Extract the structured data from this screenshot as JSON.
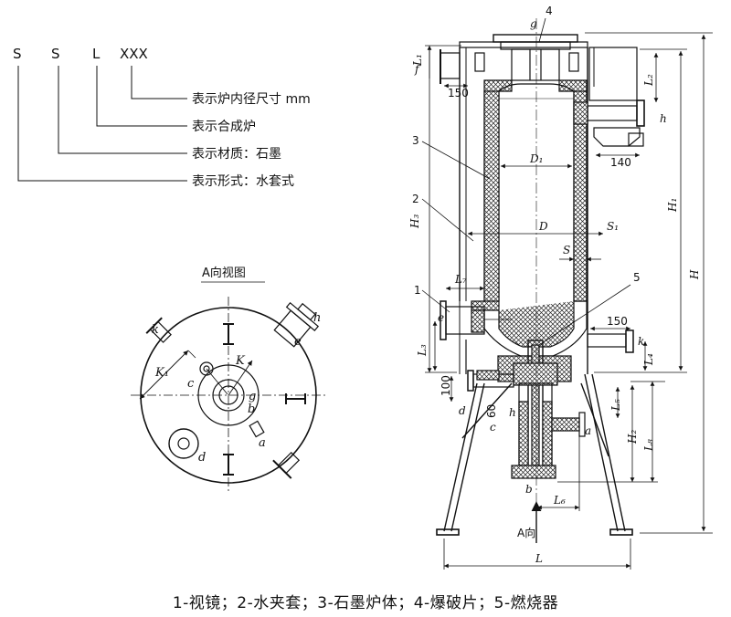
{
  "code": {
    "letters": [
      "S",
      "S",
      "L",
      "XXX"
    ],
    "meanings": [
      "表示炉内径尺寸 mm",
      "表示合成炉",
      "表示材质：石墨",
      "表示形式：水套式"
    ]
  },
  "view_a": {
    "title": "A向视图",
    "labels": {
      "k": "k",
      "h": "h",
      "e": "e",
      "c": "c",
      "g": "g",
      "b": "b",
      "a": "a",
      "d": "d",
      "K1": "K₁",
      "K": "K"
    }
  },
  "furnace": {
    "labels": {
      "g": "g",
      "n4": "4",
      "L1": "L₁",
      "f": "f",
      "n150_top": "150",
      "L2": "L₂",
      "h": "h",
      "n3": "3",
      "D1": "D₁",
      "n140": "140",
      "n2": "2",
      "H3": "H₃",
      "D": "D",
      "S1": "S₁",
      "H1": "H₁",
      "H": "H",
      "S": "S",
      "n5": "5",
      "n1": "1",
      "L7": "L₇",
      "e": "e",
      "n150_mid": "150",
      "k": "k",
      "L3": "L₃",
      "L4": "L₄",
      "n100": "100",
      "d": "d",
      "n60": "60",
      "h2": "h",
      "c": "c",
      "L5": "L₅",
      "H2": "H₂",
      "L8": "L₈",
      "a": "a",
      "b": "b",
      "L6": "L₆",
      "Aview": "A向",
      "L": "L"
    }
  },
  "caption": "1-视镜；2-水夹套；3-石墨炉体；4-爆破片；5-燃烧器"
}
